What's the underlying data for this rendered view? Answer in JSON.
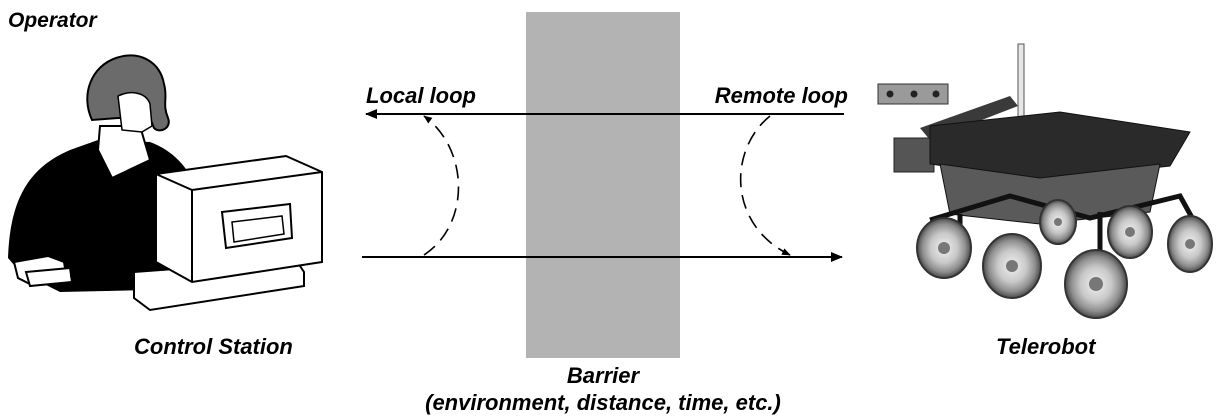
{
  "labels": {
    "operator": "Operator",
    "control_station": "Control Station",
    "local_loop": "Local loop",
    "remote_loop": "Remote loop",
    "telerobot": "Telerobot",
    "barrier": "Barrier",
    "barrier_detail": "(environment, distance, time, etc.)"
  },
  "colors": {
    "barrier": "#b3b3b3",
    "ink": "#000000",
    "hair": "#6b6b6b",
    "robot_dark": "#2a2a2a",
    "wheel": "#bdbdbd"
  }
}
